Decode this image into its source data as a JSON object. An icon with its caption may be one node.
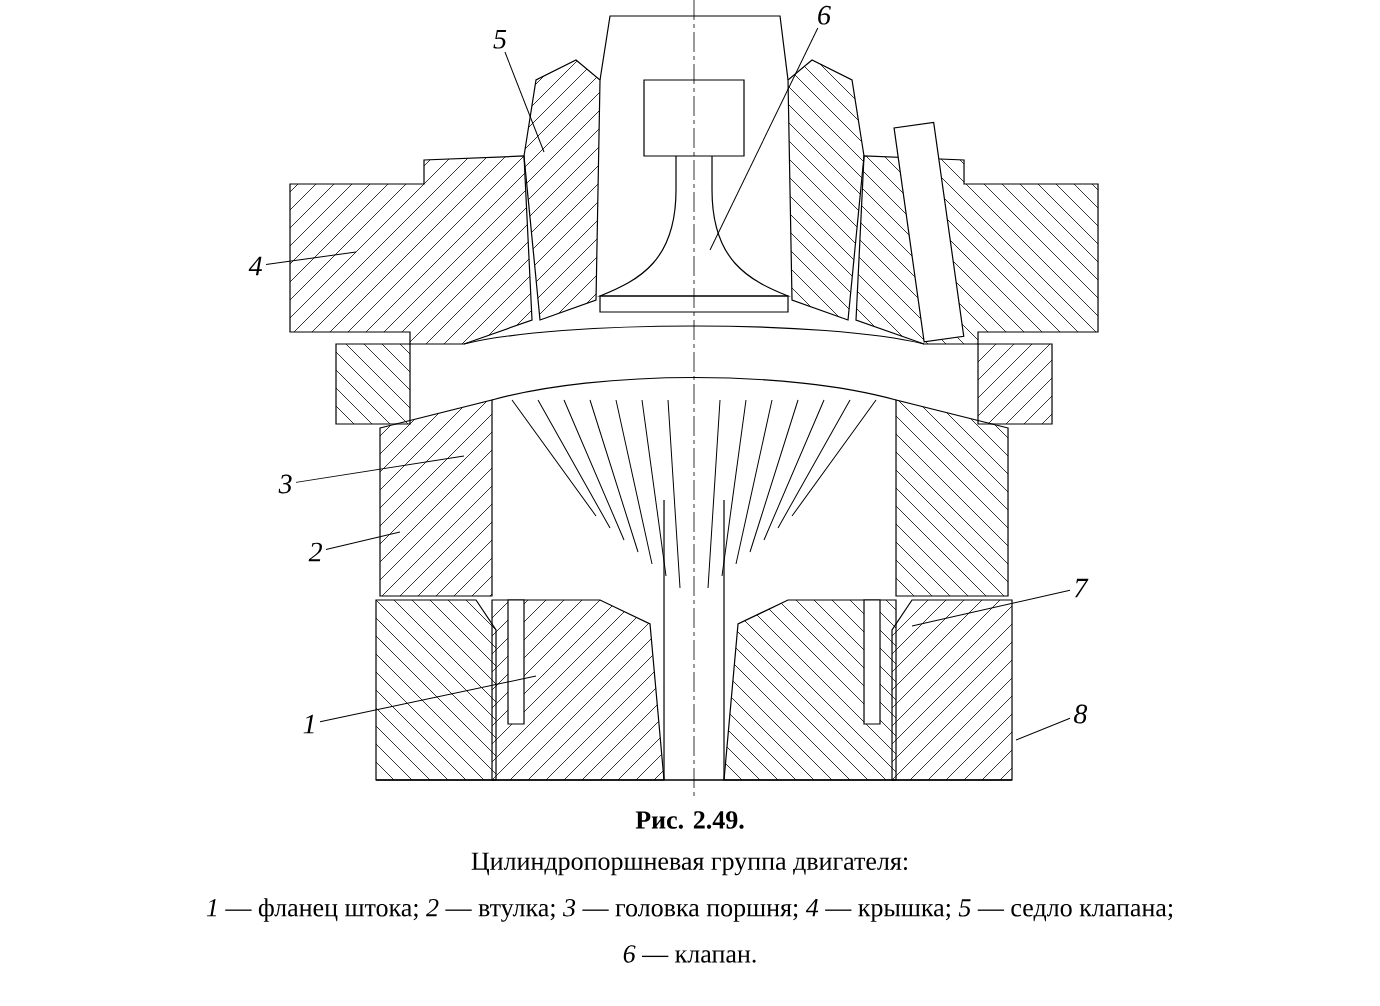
{
  "diagram": {
    "title": "Рис. 2.49.",
    "caption": "Цилиндропоршневая группа двигателя:",
    "nodes": [
      {
        "text": [
          "1"
        ]
      },
      {
        "text": [
          "2"
        ]
      },
      {
        "text": [
          "3"
        ]
      },
      {
        "text": [
          "4"
        ]
      },
      {
        "text": [
          "5"
        ]
      },
      {
        "text": [
          "6"
        ]
      },
      {
        "text": [
          "7"
        ]
      },
      {
        "text": [
          "8"
        ]
      }
    ],
    "edges": [
      {
        "from": 0,
        "to": null,
        "arrow": "none"
      },
      {
        "from": 1,
        "to": null,
        "arrow": "none"
      },
      {
        "from": 2,
        "to": null,
        "arrow": "none"
      },
      {
        "from": 3,
        "to": null,
        "arrow": "none"
      },
      {
        "from": 4,
        "to": null,
        "arrow": "none"
      },
      {
        "from": 5,
        "to": null,
        "arrow": "none"
      },
      {
        "from": 6,
        "to": null,
        "arrow": "none"
      },
      {
        "from": 7,
        "to": null,
        "arrow": "none"
      }
    ],
    "labels": [
      "*1* — фланец штока;",
      "*2* — втулка;",
      "*3* — головка поршня;",
      "*4* — крышка;",
      "*5* — седло клапана;",
      "*6* — клапан."
    ]
  }
}
